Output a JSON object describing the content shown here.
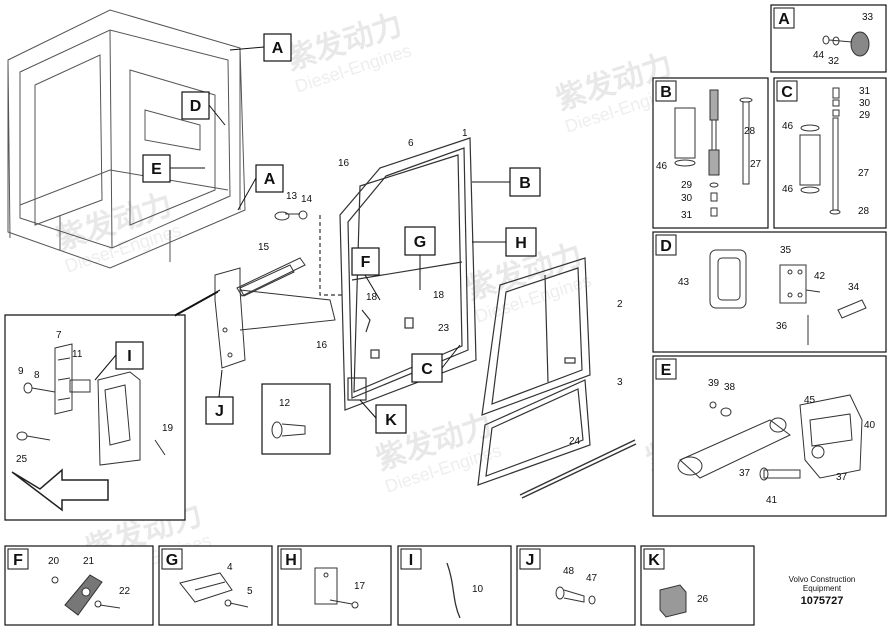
{
  "diagram": {
    "panel_letters": {
      "A": "A",
      "B": "B",
      "C": "C",
      "D": "D",
      "E": "E",
      "F": "F",
      "G": "G",
      "H": "H",
      "I": "I",
      "J": "J",
      "K": "K"
    },
    "callouts": {
      "c1": "1",
      "c2": "2",
      "c3": "3",
      "c6": "6",
      "c12": "12",
      "c13": "13",
      "c14": "14",
      "c15": "15",
      "c16a": "16",
      "c16b": "16",
      "c18a": "18",
      "c18b": "18",
      "c23": "23",
      "c24": "24",
      "c7": "7",
      "c8": "8",
      "c9": "9",
      "c11": "11",
      "c19": "19",
      "c25": "25",
      "a33": "33",
      "a44": "44",
      "a32": "32",
      "b46": "46",
      "b28": "28",
      "b27": "27",
      "b29": "29",
      "b30": "30",
      "b31": "31",
      "cc31": "31",
      "cc30": "30",
      "cc29": "29",
      "cc46a": "46",
      "cc27": "27",
      "cc46b": "46",
      "cc28": "28",
      "d35": "35",
      "d43": "43",
      "d42": "42",
      "d34": "34",
      "d36": "36",
      "e39": "39",
      "e38": "38",
      "e45": "45",
      "e40": "40",
      "e37a": "37",
      "e37b": "37",
      "e41": "41",
      "f20": "20",
      "f21": "21",
      "f22": "22",
      "g4": "4",
      "g5": "5",
      "h17": "17",
      "i10": "10",
      "j48": "48",
      "j47": "47",
      "k26": "26"
    },
    "footer": {
      "line1": "Volvo Construction",
      "line2": "Equipment",
      "number": "1075727"
    },
    "watermark": {
      "brand": "紫发动力",
      "sub": "Diesel-Engines"
    }
  }
}
